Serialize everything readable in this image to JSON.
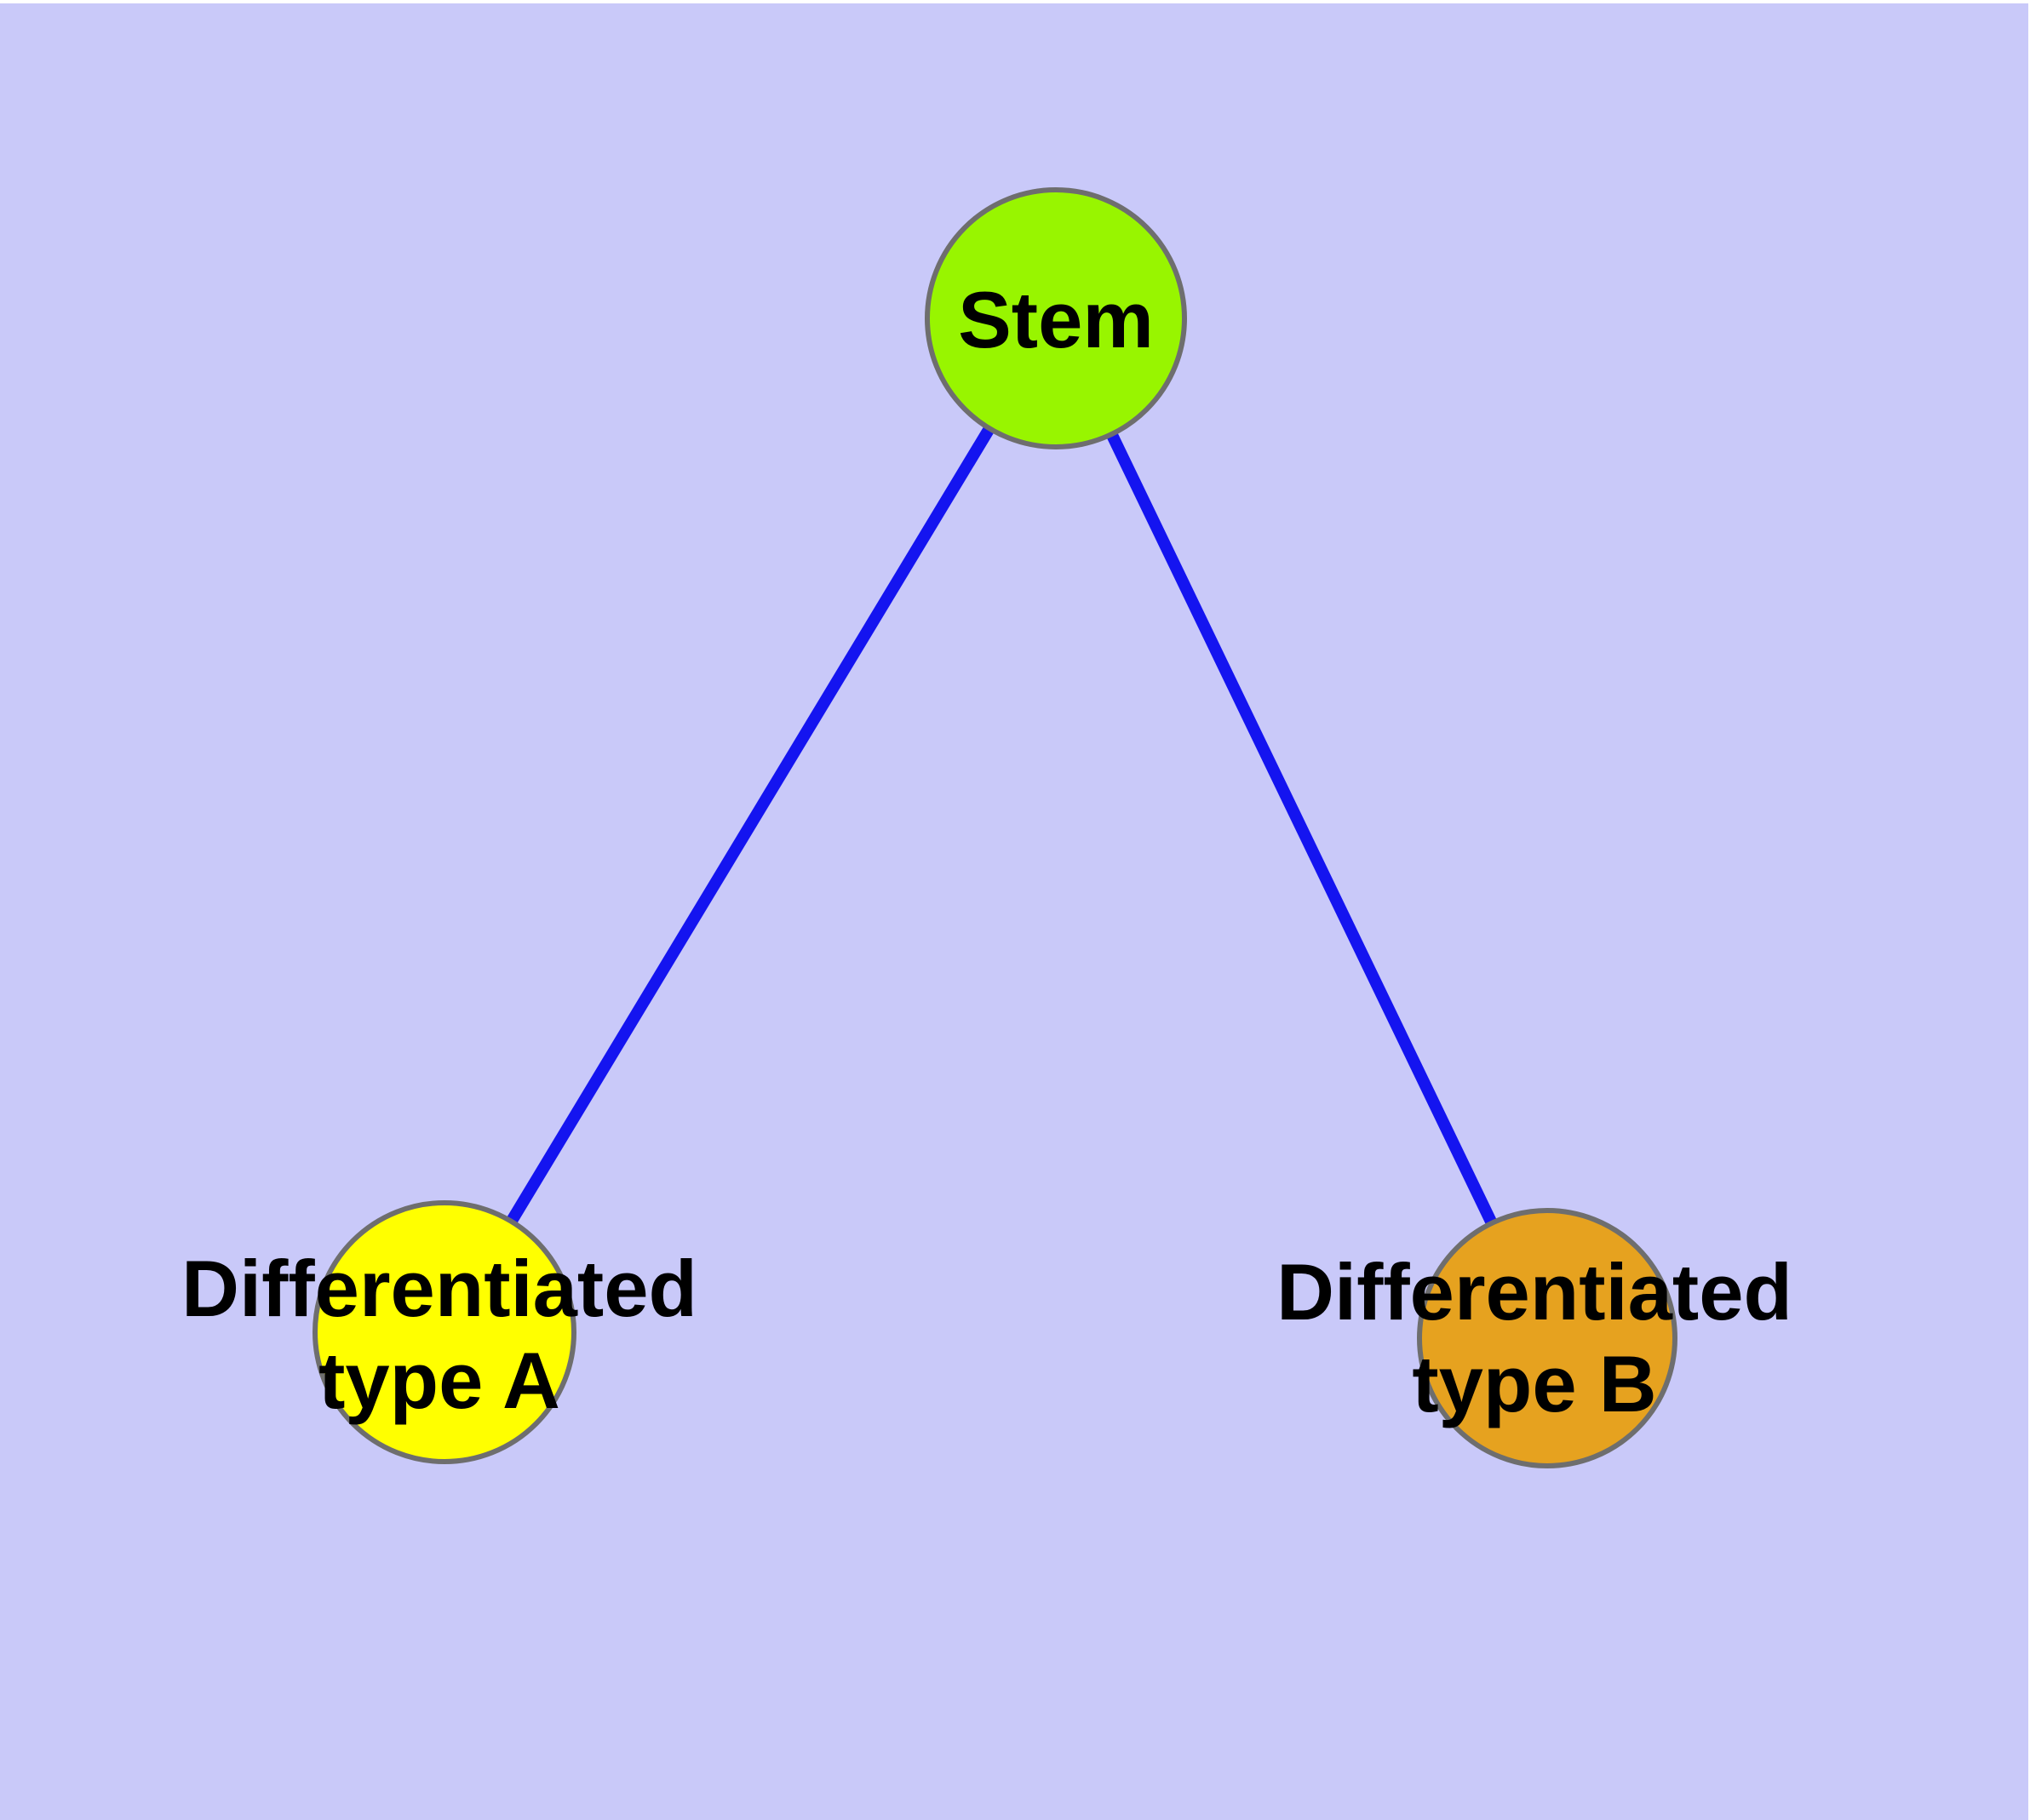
{
  "diagram": {
    "background_color": "#C9C9F9",
    "top_strip_color": "#FFFFFF",
    "edge_color": "#1414F0",
    "node_border_color": "#6E6E6E",
    "label_color": "#000000",
    "nodes": {
      "stem": {
        "label": "Stem",
        "fill": "#98F500"
      },
      "type_a": {
        "label_line1": "Differentiated",
        "label_line2": "type A",
        "fill": "#FFFF00"
      },
      "type_b": {
        "label_line1": "Differentiated",
        "label_line2": "type B",
        "fill": "#E6A21F"
      }
    },
    "edges": [
      {
        "from": "Stem",
        "to": "Differentiated type A"
      },
      {
        "from": "Stem",
        "to": "Differentiated type B"
      }
    ]
  }
}
